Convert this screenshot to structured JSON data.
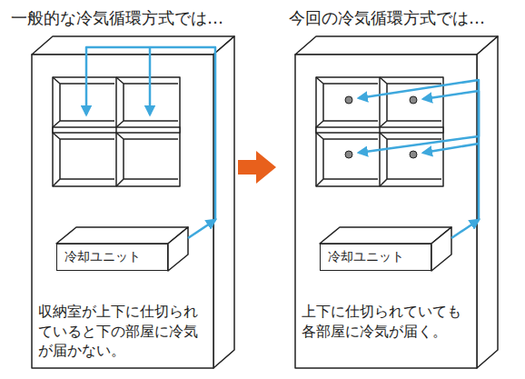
{
  "diagram": {
    "nodes": [
      {
        "text": [
          "冷却ユニット"
        ]
      },
      {
        "text": [
          "冷却ユニット"
        ]
      }
    ],
    "labels": [
      "一般的な冷気循環方式では…",
      "今回の冷気循環方式では…",
      "収納室が上下に仕切られていると下の部屋に冷気が届かない。",
      "上下に仕切られていても各部屋に冷気が届く。"
    ]
  }
}
